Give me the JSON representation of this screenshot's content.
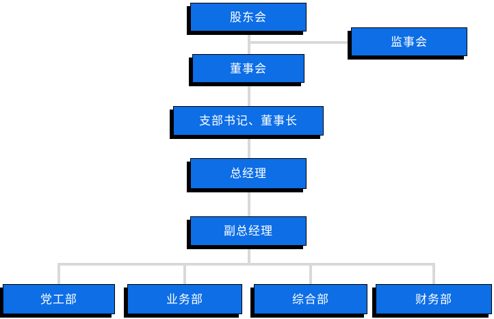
{
  "chart": {
    "type": "org-chart",
    "colors": {
      "node_fill": "#0d6ee6",
      "node_text": "#ffffff",
      "shadow": "#000000",
      "connector": "#d9d9d9",
      "background": "#ffffff"
    },
    "nodes": [
      {
        "id": "shareholders-meeting",
        "label": "股东会"
      },
      {
        "id": "supervisory-board",
        "label": "监事会"
      },
      {
        "id": "board-of-directors",
        "label": "董事会"
      },
      {
        "id": "branch-secretary-chairman",
        "label": "支部书记、董事长"
      },
      {
        "id": "general-manager",
        "label": "总经理"
      },
      {
        "id": "deputy-general-manager",
        "label": "副总经理"
      },
      {
        "id": "party-work-dept",
        "label": "党工部"
      },
      {
        "id": "business-dept",
        "label": "业务部"
      },
      {
        "id": "general-affairs-dept",
        "label": "综合部"
      },
      {
        "id": "finance-dept",
        "label": "财务部"
      }
    ],
    "edges": [
      {
        "from": "shareholders-meeting",
        "to": "supervisory-board"
      },
      {
        "from": "shareholders-meeting",
        "to": "board-of-directors"
      },
      {
        "from": "board-of-directors",
        "to": "branch-secretary-chairman"
      },
      {
        "from": "branch-secretary-chairman",
        "to": "general-manager"
      },
      {
        "from": "general-manager",
        "to": "deputy-general-manager"
      },
      {
        "from": "deputy-general-manager",
        "to": "party-work-dept"
      },
      {
        "from": "deputy-general-manager",
        "to": "business-dept"
      },
      {
        "from": "deputy-general-manager",
        "to": "general-affairs-dept"
      },
      {
        "from": "deputy-general-manager",
        "to": "finance-dept"
      }
    ]
  }
}
